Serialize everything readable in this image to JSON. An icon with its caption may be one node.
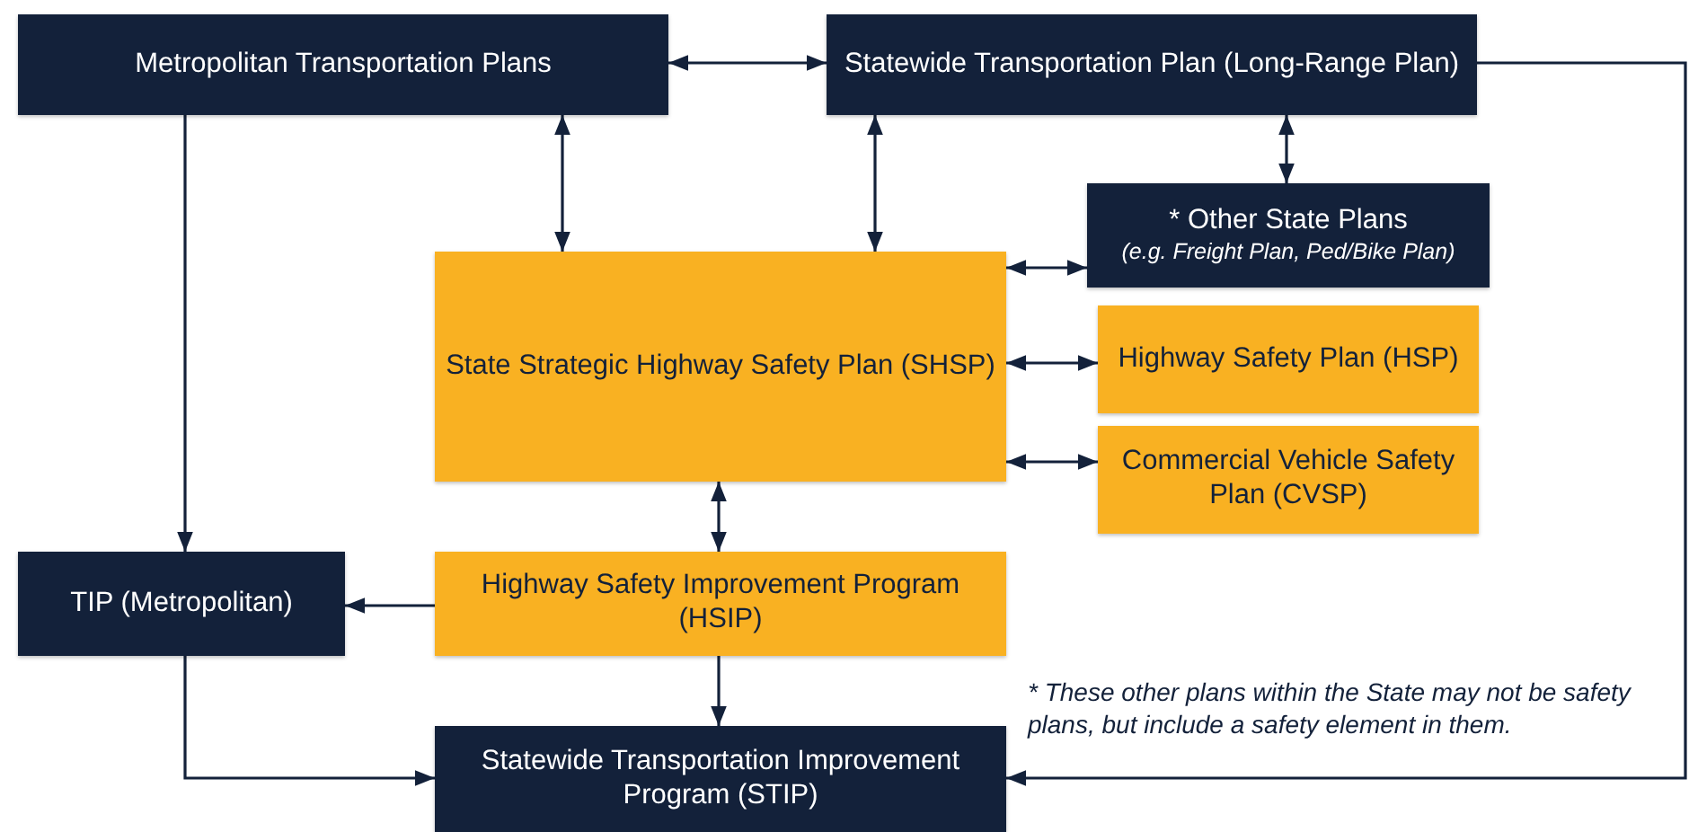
{
  "diagram": {
    "nodes": [
      {
        "text": [
          "Metropolitan Transportation Plans"
        ]
      },
      {
        "text": [
          "Statewide Transportation Plan (Long-Range Plan)"
        ]
      },
      {
        "text": [
          "* Other State Plans",
          "(e.g. Freight Plan, Ped/Bike Plan)"
        ]
      },
      {
        "text": [
          "State Strategic Highway Safety Plan (SHSP)"
        ]
      },
      {
        "text": [
          "Highway Safety Plan (HSP)"
        ]
      },
      {
        "text": [
          "Commercial Vehicle Safety Plan (CVSP)"
        ]
      },
      {
        "text": [
          "TIP (Metropolitan)"
        ]
      },
      {
        "text": [
          "Highway Safety Improvement Program (HSIP)"
        ]
      },
      {
        "text": [
          "Statewide Transportation Improvement Program (STIP)"
        ]
      }
    ],
    "edges": [
      {
        "from": 0,
        "to": 1,
        "arrow": "both"
      },
      {
        "from": 0,
        "to": 3,
        "arrow": "both"
      },
      {
        "from": 1,
        "to": 3,
        "arrow": "both"
      },
      {
        "from": 1,
        "to": 2,
        "arrow": "both"
      },
      {
        "from": 3,
        "to": 2,
        "arrow": "both"
      },
      {
        "from": 3,
        "to": 4,
        "arrow": "both"
      },
      {
        "from": 3,
        "to": 5,
        "arrow": "both"
      },
      {
        "from": 3,
        "to": 7,
        "arrow": "both"
      },
      {
        "from": 0,
        "to": 6,
        "arrow": "to"
      },
      {
        "from": 7,
        "to": 6,
        "arrow": "to"
      },
      {
        "from": 7,
        "to": 8,
        "arrow": "to"
      },
      {
        "from": 6,
        "to": 8,
        "arrow": "to"
      },
      {
        "from": 1,
        "to": 8,
        "arrow": "to"
      }
    ],
    "labels": [
      "* These other plans within the State may not be safety plans, but include a safety element in them."
    ]
  }
}
